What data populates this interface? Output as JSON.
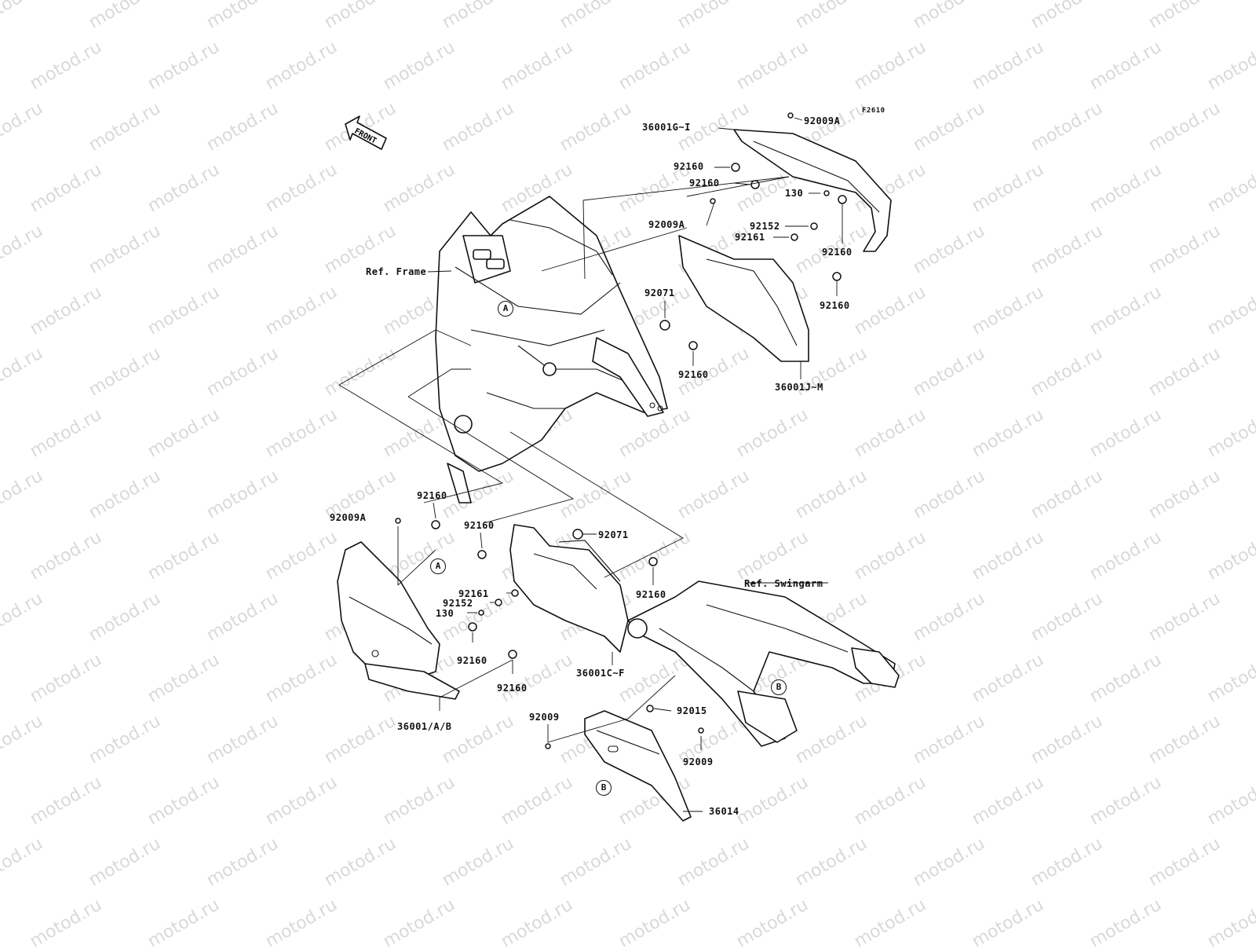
{
  "watermark": "motod.ru",
  "figure_code": "F2610",
  "front_arrow": "FRONT",
  "refs": {
    "frame": "Ref. Frame",
    "swingarm": "Ref. Swingarm"
  },
  "markers": {
    "a1": "A",
    "a2": "A",
    "b1": "B",
    "b2": "B"
  },
  "parts": {
    "p36001GI": "36001G~I",
    "p92009A_top": "92009A",
    "p92160_1": "92160",
    "p92160_2": "92160",
    "p92009A_mid": "92009A",
    "p130_top": "130",
    "p92152_top": "92152",
    "p92161_top": "92161",
    "p92160_3": "92160",
    "p92071_top": "92071",
    "p92160_4": "92160",
    "p92160_5": "92160",
    "p36001JM": "36001J~M",
    "p92160_6": "92160",
    "p92009A_left": "92009A",
    "p92160_7": "92160",
    "p92071_low": "92071",
    "p92160_8": "92160",
    "p92161_low": "92161",
    "p92152_low": "92152",
    "p130_low": "130",
    "p92160_9": "92160",
    "p92160_10": "92160",
    "p36001CF": "36001C~F",
    "p36001AB": "36001/A/B",
    "p92009_left": "92009",
    "p92015": "92015",
    "p92009_right": "92009",
    "p36014": "36014"
  }
}
